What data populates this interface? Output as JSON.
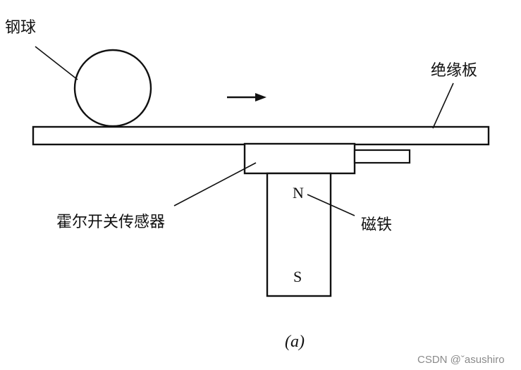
{
  "labels": {
    "steel_ball": "钢球",
    "insulating_board": "绝缘板",
    "hall_switch_sensor": "霍尔开关传感器",
    "magnet": "磁铁"
  },
  "poles": {
    "north": "N",
    "south": "S"
  },
  "caption": "(a)",
  "watermark": "CSDN @ˇasushiro",
  "colors": {
    "stroke": "#111111",
    "background": "#ffffff",
    "watermark": "#8a8a8a"
  }
}
